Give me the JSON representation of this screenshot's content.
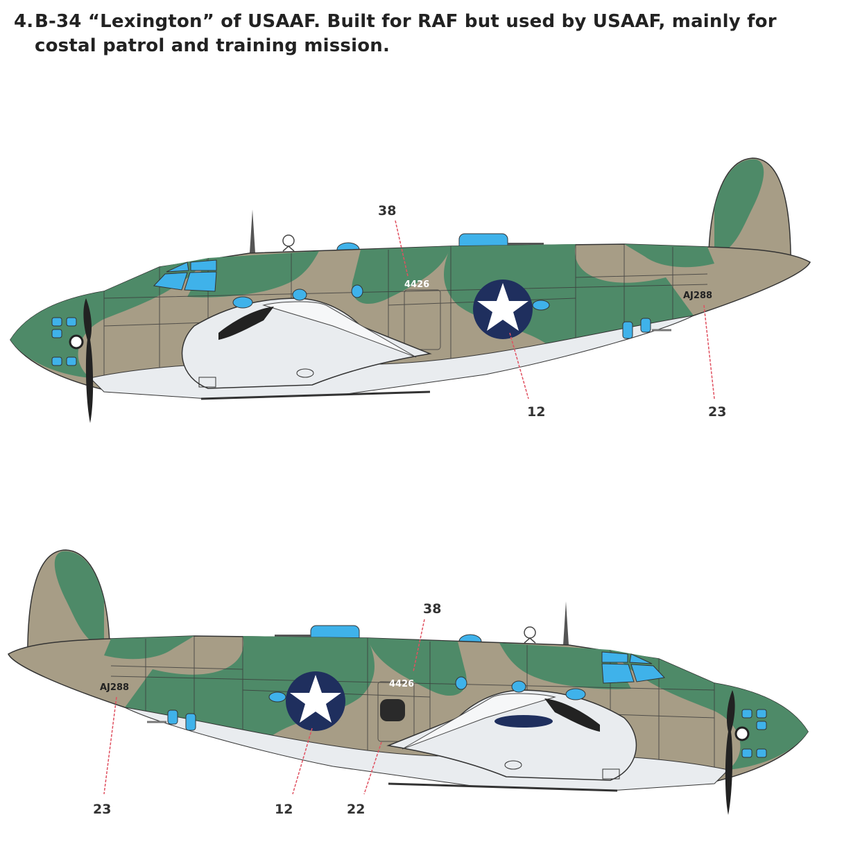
{
  "title": {
    "number": "4.",
    "line1": "B-34 “Lexington” of USAAF. Built for RAF but used by USAAF, mainly for",
    "line2": "costal patrol and training mission."
  },
  "colors": {
    "camo_green": "#4e8a68",
    "camo_tan": "#a79d86",
    "underside": "#e9ecef",
    "glazing_blue": "#3fb2ea",
    "roundel_blue": "#1f2f5e",
    "callout_line": "#e05060"
  },
  "views": {
    "left_side": {
      "serial": "4426",
      "code": "AJ288",
      "callouts": [
        "38",
        "12",
        "23"
      ]
    },
    "right_side": {
      "serial": "4426",
      "code": "AJ288",
      "callouts": [
        "38",
        "12",
        "22",
        "23"
      ]
    }
  }
}
